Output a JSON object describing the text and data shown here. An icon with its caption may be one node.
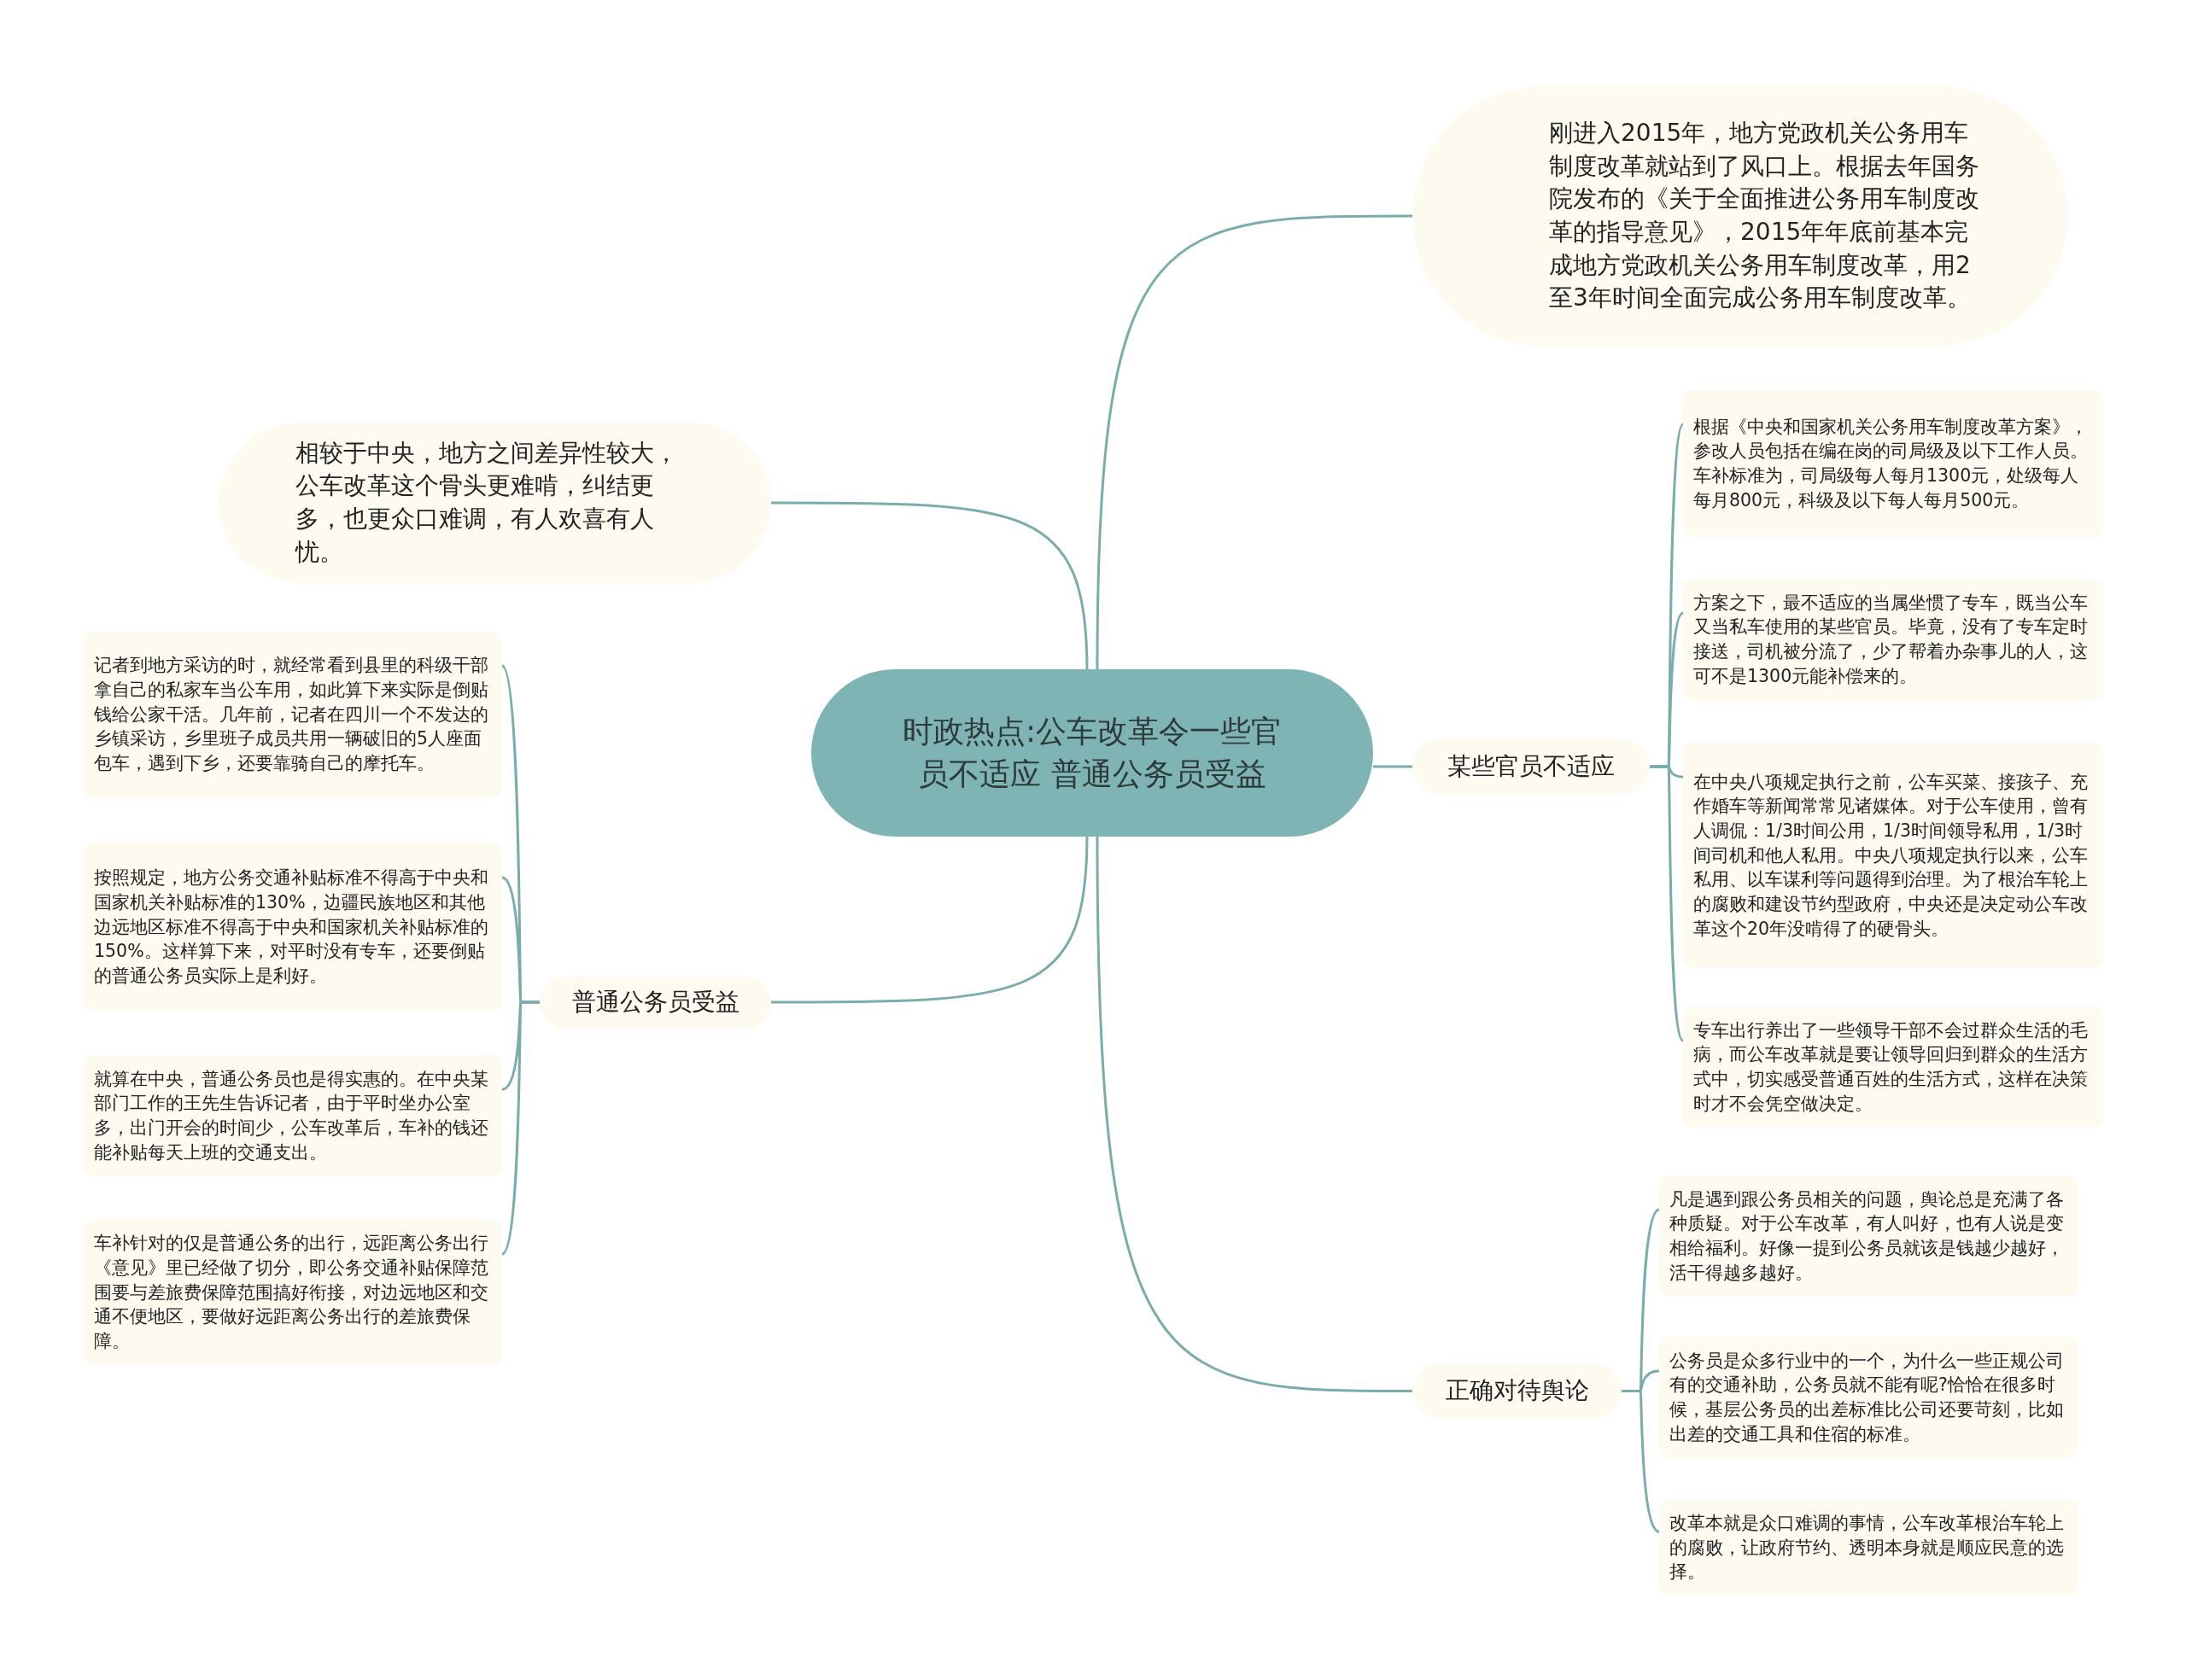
{
  "diagram": {
    "nodes": [
      {
        "text": [
          "时政热点:公车改革令一些官员不适应 普通公务员受益"
        ]
      },
      {
        "text": [
          "刚进入2015年，地方党政机关公务用车制度改革就站到了风口上。根据去年国务院发布的《关于全面推进公务用车制度改革的指导意见》，2015年年底前基本完成地方党政机关公务用车制度改革，用2至3年时间全面完成公务用车制度改革。"
        ]
      },
      {
        "text": [
          "相较于中央，地方之间差异性较大，公车改革这个骨头更难啃，纠结更多，也更众口难调，有人欢喜有人忧。"
        ]
      },
      {
        "text": [
          "某些官员不适应"
        ]
      },
      {
        "text": [
          "根据《中央和国家机关公务用车制度改革方案》，参改人员包括在编在岗的司局级及以下工作人员。车补标准为，司局级每人每月1300元，处级每人每月800元，科级及以下每人每月500元。"
        ]
      },
      {
        "text": [
          "方案之下，最不适应的当属坐惯了专车，既当公车又当私车使用的某些官员。毕竟，没有了专车定时接送，司机被分流了，少了帮着办杂事儿的人，这可不是1300元能补偿来的。"
        ]
      },
      {
        "text": [
          "在中央八项规定执行之前，公车买菜、接孩子、充作婚车等新闻常常见诸媒体。对于公车使用，曾有人调侃：1/3时间公用，1/3时间领导私用，1/3时间司机和他人私用。中央八项规定执行以来，公车私用、以车谋利等问题得到治理。为了根治车轮上的腐败和建设节约型政府，中央还是决定动公车改革这个20年没啃得了的硬骨头。"
        ]
      },
      {
        "text": [
          "专车出行养出了一些领导干部不会过群众生活的毛病，而公车改革就是要让领导回归到群众的生活方式中，切实感受普通百姓的生活方式，这样在决策时才不会凭空做决定。"
        ]
      },
      {
        "text": [
          "普通公务员受益"
        ]
      },
      {
        "text": [
          "记者到地方采访的时，就经常看到县里的科级干部拿自己的私家车当公车用，如此算下来实际是倒贴钱给公家干活。几年前，记者在四川一个不发达的乡镇采访，乡里班子成员共用一辆破旧的5人座面包车，遇到下乡，还要靠骑自己的摩托车。"
        ]
      },
      {
        "text": [
          "按照规定，地方公务交通补贴标准不得高于中央和国家机关补贴标准的130%，边疆民族地区和其他边远地区标准不得高于中央和国家机关补贴标准的150%。这样算下来，对平时没有专车，还要倒贴的普通公务员实际上是利好。"
        ]
      },
      {
        "text": [
          "就算在中央，普通公务员也是得实惠的。在中央某部门工作的王先生告诉记者，由于平时坐办公室多，出门开会的时间少，公车改革后，车补的钱还能补贴每天上班的交通支出。"
        ]
      },
      {
        "text": [
          "车补针对的仅是普通公务的出行，远距离公务出行《意见》里已经做了切分，即公务交通补贴保障范围要与差旅费保障范围搞好衔接，对边远地区和交通不便地区，要做好远距离公务出行的差旅费保障。"
        ]
      },
      {
        "text": [
          "正确对待舆论"
        ]
      },
      {
        "text": [
          "凡是遇到跟公务员相关的问题，舆论总是充满了各种质疑。对于公车改革，有人叫好，也有人说是变相给福利。好像一提到公务员就该是钱越少越好，活干得越多越好。"
        ]
      },
      {
        "text": [
          "公务员是众多行业中的一个，为什么一些正规公司有的交通补助，公务员就不能有呢?恰恰在很多时候，基层公务员的出差标准比公司还要苛刻，比如出差的交通工具和住宿的标准。"
        ]
      },
      {
        "text": [
          "改革本就是众口难调的事情，公车改革根治车轮上的腐败，让政府节约、透明本身就是顺应民意的选择。"
        ]
      }
    ],
    "edges": [
      {
        "from": 0,
        "to": 1,
        "arrow": "none"
      },
      {
        "from": 0,
        "to": 2,
        "arrow": "none"
      },
      {
        "from": 0,
        "to": 3,
        "arrow": "none"
      },
      {
        "from": 3,
        "to": 4,
        "arrow": "none"
      },
      {
        "from": 3,
        "to": 5,
        "arrow": "none"
      },
      {
        "from": 3,
        "to": 6,
        "arrow": "none"
      },
      {
        "from": 3,
        "to": 7,
        "arrow": "none"
      },
      {
        "from": 0,
        "to": 8,
        "arrow": "none"
      },
      {
        "from": 8,
        "to": 9,
        "arrow": "none"
      },
      {
        "from": 8,
        "to": 10,
        "arrow": "none"
      },
      {
        "from": 8,
        "to": 11,
        "arrow": "none"
      },
      {
        "from": 8,
        "to": 12,
        "arrow": "none"
      },
      {
        "from": 0,
        "to": 13,
        "arrow": "none"
      },
      {
        "from": 13,
        "to": 14,
        "arrow": "none"
      },
      {
        "from": 13,
        "to": 15,
        "arrow": "none"
      },
      {
        "from": 13,
        "to": 16,
        "arrow": "none"
      }
    ]
  }
}
